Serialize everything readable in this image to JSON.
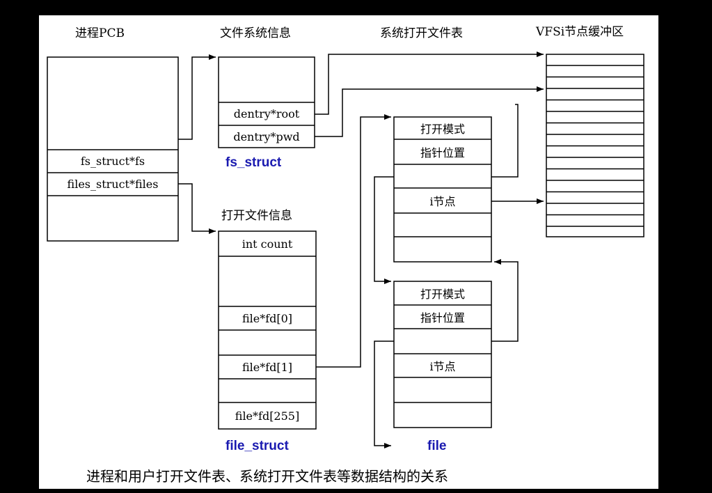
{
  "headers": {
    "pcb": "进程PCB",
    "fs_info": "文件系统信息",
    "sys_open_table": "系统打开文件表",
    "vfs_buffer": "VFSi节点缓冲区",
    "open_file_info": "打开文件信息"
  },
  "pcb": {
    "fs_field": "fs_struct*fs",
    "files_field": "files_struct*files"
  },
  "fs_struct": {
    "root": "dentry*root",
    "pwd": "dentry*pwd",
    "label": "fs_struct"
  },
  "file_struct": {
    "count": "int count",
    "fd0": "file*fd[0]",
    "fd1": "file*fd[1]",
    "fd255": "file*fd[255]",
    "label": "file_struct"
  },
  "file1": {
    "mode": "打开模式",
    "pos": "指针位置",
    "inode": "i节点"
  },
  "file2": {
    "mode": "打开模式",
    "pos": "指针位置",
    "inode": "i节点"
  },
  "file_label": "file",
  "caption": "进程和用户打开文件表、系统打开文件表等数据结构的关系"
}
